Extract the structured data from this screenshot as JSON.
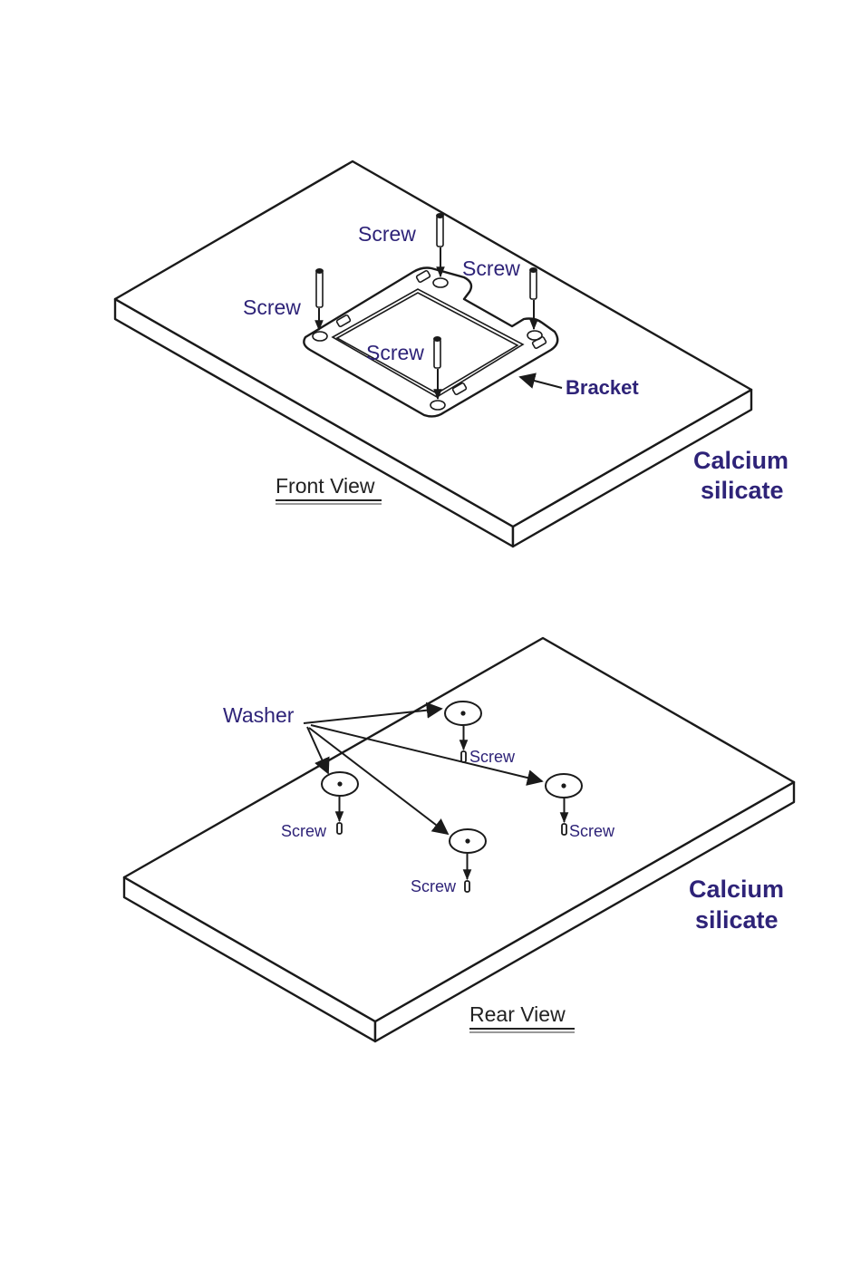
{
  "colors": {
    "label": "#2e2378",
    "line": "#1a1a1a",
    "view_label": "#222222"
  },
  "front_view": {
    "caption": "Front View",
    "screw_labels": [
      "Screw",
      "Screw",
      "Screw",
      "Screw"
    ],
    "bracket_label": "Bracket",
    "material_line1": "Calcium",
    "material_line2": "silicate"
  },
  "rear_view": {
    "caption": "Rear View",
    "washer_label": "Washer",
    "screw_labels": [
      "Screw",
      "Screw",
      "Screw",
      "Screw"
    ],
    "material_line1": "Calcium",
    "material_line2": "silicate"
  }
}
